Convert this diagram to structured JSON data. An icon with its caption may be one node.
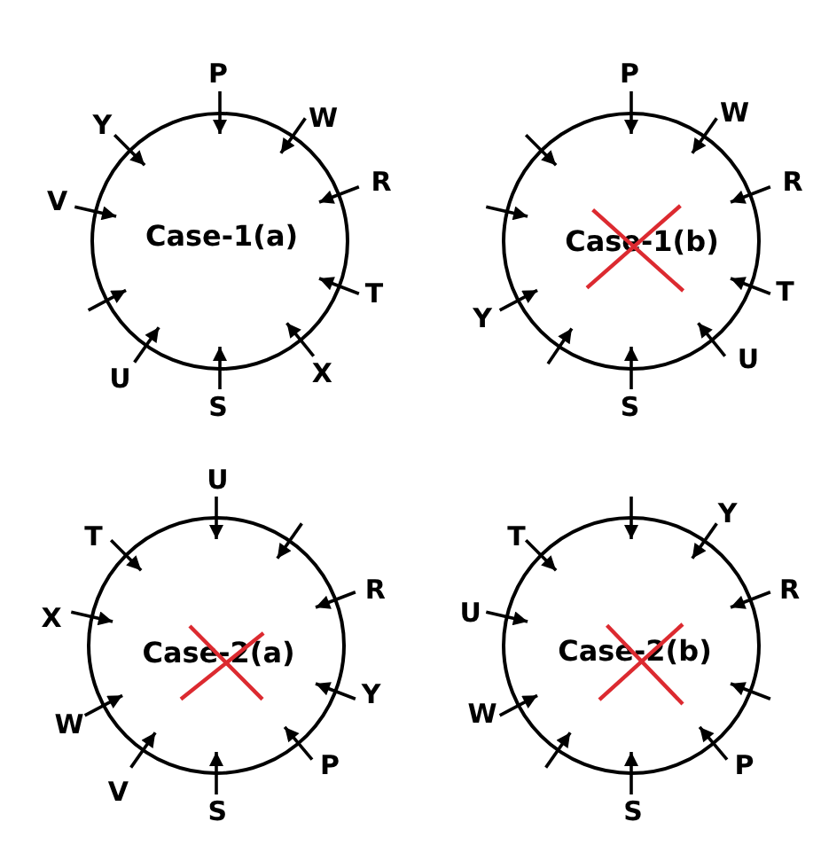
{
  "diagram": {
    "nodes": [
      {
        "text": [
          "Case-1(a)"
        ]
      },
      {
        "text": [
          "P"
        ]
      },
      {
        "text": [
          "W"
        ]
      },
      {
        "text": [
          "R"
        ]
      },
      {
        "text": [
          "T"
        ]
      },
      {
        "text": [
          "X"
        ]
      },
      {
        "text": [
          "S"
        ]
      },
      {
        "text": [
          "U"
        ]
      },
      {
        "text": [
          "V"
        ]
      },
      {
        "text": [
          "Y"
        ]
      },
      {
        "text": [
          "Case-1(b)"
        ]
      },
      {
        "text": [
          "P"
        ]
      },
      {
        "text": [
          "W"
        ]
      },
      {
        "text": [
          "R"
        ]
      },
      {
        "text": [
          "T"
        ]
      },
      {
        "text": [
          "U"
        ]
      },
      {
        "text": [
          "S"
        ]
      },
      {
        "text": [
          "Y"
        ]
      },
      {
        "text": [
          "Case-2(a)"
        ]
      },
      {
        "text": [
          "U"
        ]
      },
      {
        "text": [
          "R"
        ]
      },
      {
        "text": [
          "Y"
        ]
      },
      {
        "text": [
          "P"
        ]
      },
      {
        "text": [
          "S"
        ]
      },
      {
        "text": [
          "V"
        ]
      },
      {
        "text": [
          "W"
        ]
      },
      {
        "text": [
          "X"
        ]
      },
      {
        "text": [
          "T"
        ]
      },
      {
        "text": [
          "Case-2(b)"
        ]
      },
      {
        "text": [
          "Y"
        ]
      },
      {
        "text": [
          "R"
        ]
      },
      {
        "text": [
          "P"
        ]
      },
      {
        "text": [
          "S"
        ]
      },
      {
        "text": [
          "W"
        ]
      },
      {
        "text": [
          "U"
        ]
      },
      {
        "text": [
          "T"
        ]
      }
    ],
    "edges": [
      {
        "from": 1,
        "to": 0,
        "arrow": "to"
      },
      {
        "from": 2,
        "to": 0,
        "arrow": "to"
      },
      {
        "from": 3,
        "to": 0,
        "arrow": "to"
      },
      {
        "from": 4,
        "to": 0,
        "arrow": "to"
      },
      {
        "from": 5,
        "to": 0,
        "arrow": "to"
      },
      {
        "from": 6,
        "to": 0,
        "arrow": "to"
      },
      {
        "from": 7,
        "to": 0,
        "arrow": "to"
      },
      {
        "from": null,
        "to": 0,
        "arrow": "to"
      },
      {
        "from": 8,
        "to": 0,
        "arrow": "to"
      },
      {
        "from": 9,
        "to": 0,
        "arrow": "to"
      },
      {
        "from": 11,
        "to": 10,
        "arrow": "to"
      },
      {
        "from": 12,
        "to": 10,
        "arrow": "to"
      },
      {
        "from": 13,
        "to": 10,
        "arrow": "to"
      },
      {
        "from": 14,
        "to": 10,
        "arrow": "to"
      },
      {
        "from": 15,
        "to": 10,
        "arrow": "to"
      },
      {
        "from": 16,
        "to": 10,
        "arrow": "to"
      },
      {
        "from": null,
        "to": 10,
        "arrow": "to"
      },
      {
        "from": 17,
        "to": 10,
        "arrow": "to"
      },
      {
        "from": null,
        "to": 10,
        "arrow": "to"
      },
      {
        "from": null,
        "to": 10,
        "arrow": "to"
      },
      {
        "from": 19,
        "to": 18,
        "arrow": "to"
      },
      {
        "from": null,
        "to": 18,
        "arrow": "to"
      },
      {
        "from": 20,
        "to": 18,
        "arrow": "to"
      },
      {
        "from": 21,
        "to": 18,
        "arrow": "to"
      },
      {
        "from": 22,
        "to": 18,
        "arrow": "to"
      },
      {
        "from": 23,
        "to": 18,
        "arrow": "to"
      },
      {
        "from": 24,
        "to": 18,
        "arrow": "to"
      },
      {
        "from": 25,
        "to": 18,
        "arrow": "to"
      },
      {
        "from": 26,
        "to": 18,
        "arrow": "to"
      },
      {
        "from": 27,
        "to": 18,
        "arrow": "to"
      },
      {
        "from": null,
        "to": 28,
        "arrow": "to"
      },
      {
        "from": 29,
        "to": 28,
        "arrow": "to"
      },
      {
        "from": 30,
        "to": 28,
        "arrow": "to"
      },
      {
        "from": null,
        "to": 28,
        "arrow": "to"
      },
      {
        "from": 31,
        "to": 28,
        "arrow": "to"
      },
      {
        "from": 32,
        "to": 28,
        "arrow": "to"
      },
      {
        "from": null,
        "to": 28,
        "arrow": "to"
      },
      {
        "from": 33,
        "to": 28,
        "arrow": "to"
      },
      {
        "from": 34,
        "to": 28,
        "arrow": "to"
      },
      {
        "from": 35,
        "to": 28,
        "arrow": "to"
      }
    ]
  }
}
